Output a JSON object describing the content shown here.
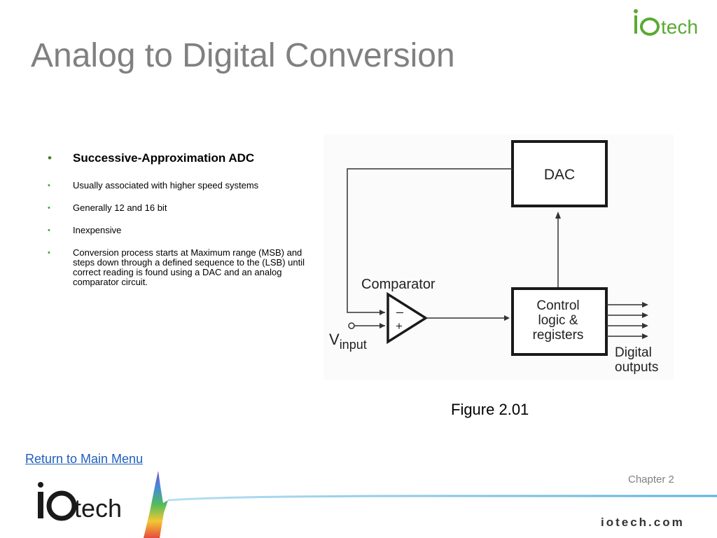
{
  "slide": {
    "title": "Analog to Digital Conversion",
    "bullets": {
      "main": "Successive-Approximation ADC",
      "items": [
        "Usually associated with higher speed systems",
        "Generally 12 and 16 bit",
        "Inexpensive",
        "Conversion process starts at Maximum range (MSB) and steps down through a defined sequence to the (LSB) until correct  reading is found using a DAC and an analog comparator circuit."
      ]
    },
    "figure": {
      "dac_label": "DAC",
      "comparator_label": "Comparator",
      "minus_sign": "–",
      "plus_sign": "+",
      "vinput_v": "V",
      "vinput_sub": "input",
      "control_line1": "Control",
      "control_line2": "logic &",
      "control_line3": "registers",
      "outputs_line1": "Digital",
      "outputs_line2": "outputs",
      "caption": "Figure 2.01"
    },
    "return_link": "Return to Main Menu",
    "chapter": "Chapter 2",
    "footer_url": "iotech.com",
    "logo_text": "iOtech",
    "colors": {
      "title": "#808080",
      "bullet": "#33a633",
      "link": "#1f5fbf",
      "logo_green": "#5aaa32"
    }
  }
}
